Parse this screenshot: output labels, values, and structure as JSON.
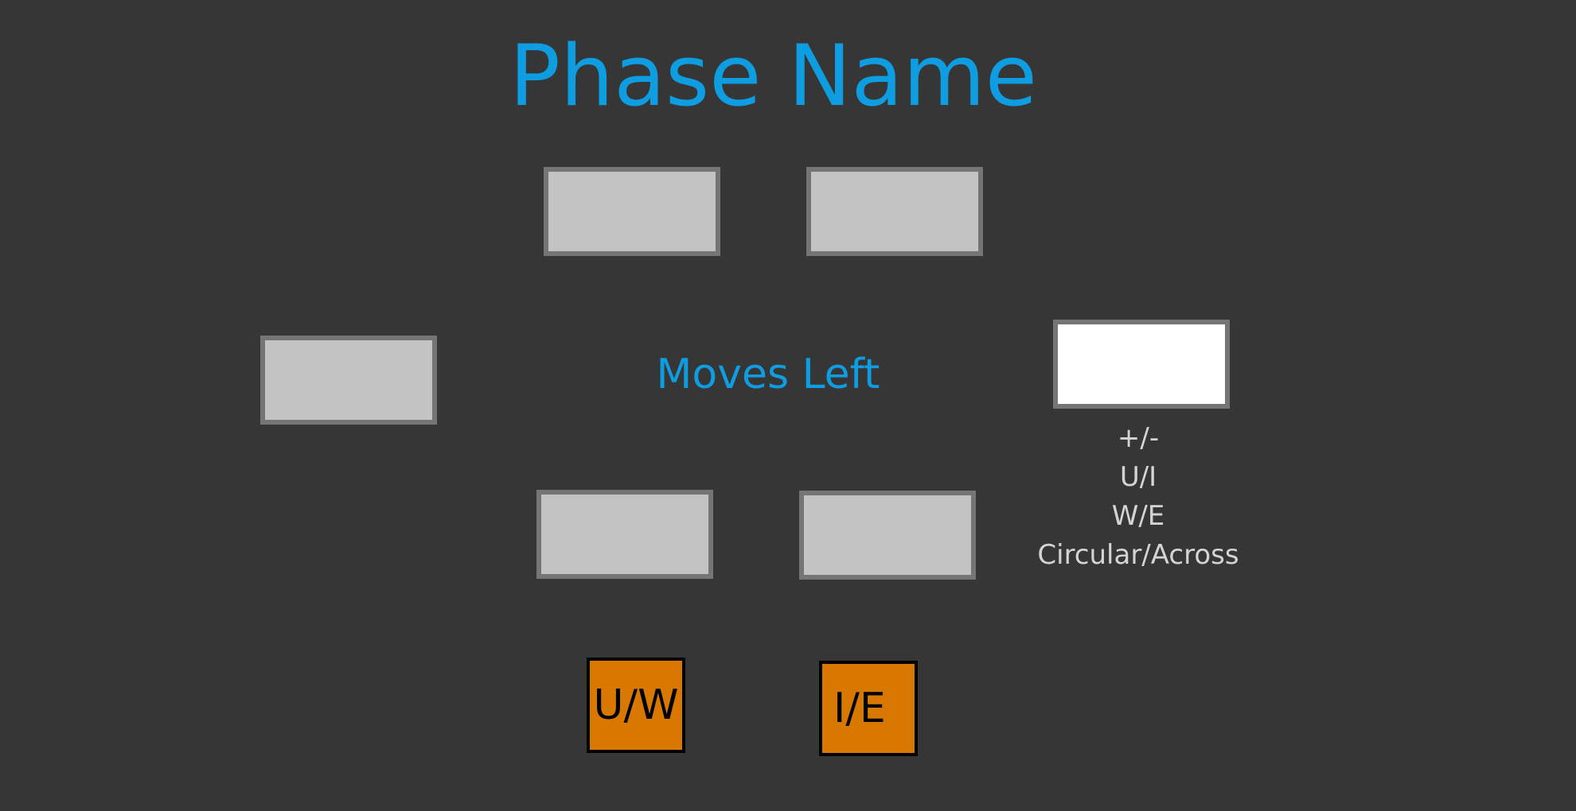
{
  "title": "Phase Name",
  "status": {
    "moves_left_label": "Moves Left"
  },
  "slots": [
    {
      "id": "top-left",
      "state": "empty"
    },
    {
      "id": "top-right",
      "state": "empty"
    },
    {
      "id": "left",
      "state": "empty"
    },
    {
      "id": "right",
      "state": "selected"
    },
    {
      "id": "bottom-left",
      "state": "empty"
    },
    {
      "id": "bottom-right",
      "state": "empty"
    }
  ],
  "options": [
    "+/-",
    "U/I",
    "W/E",
    "Circular/Across"
  ],
  "buttons": {
    "uw_label": "U/W",
    "ie_label": "I/E"
  },
  "colors": {
    "background": "#363636",
    "accent_text": "#0d9de0",
    "slot_fill": "#c3c3c3",
    "slot_selected_fill": "#ffffff",
    "slot_border": "#757575",
    "button_fill": "#d97800",
    "option_text": "#d4d4d4"
  }
}
